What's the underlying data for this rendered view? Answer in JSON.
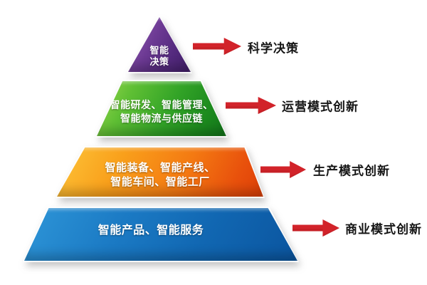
{
  "diagram": {
    "type": "pyramid",
    "background_color": "#ffffff",
    "arrow_color": "#d2232a",
    "levels": [
      {
        "id": "intelligent-decision",
        "shape": "triangle",
        "color": "#5b2d86",
        "line1": "智能",
        "line2": "决策",
        "arrow_label": "科学决策"
      },
      {
        "id": "intelligent-rd-management-logistics",
        "shape": "trapezoid",
        "color": "#2f9425",
        "line1": "智能研发、智能管理、",
        "line2": "智能物流与供应链",
        "arrow_label": "运营模式创新"
      },
      {
        "id": "intelligent-equipment-line-workshop-factory",
        "shape": "trapezoid",
        "color": "#ef6a10",
        "line1": "智能装备、智能产线、",
        "line2": "智能车间、智能工厂",
        "arrow_label": "生产模式创新"
      },
      {
        "id": "intelligent-products-services",
        "shape": "trapezoid",
        "color": "#1572bd",
        "line1": "智能产品、智能服务",
        "line2": "",
        "arrow_label": "商业模式创新"
      }
    ]
  }
}
